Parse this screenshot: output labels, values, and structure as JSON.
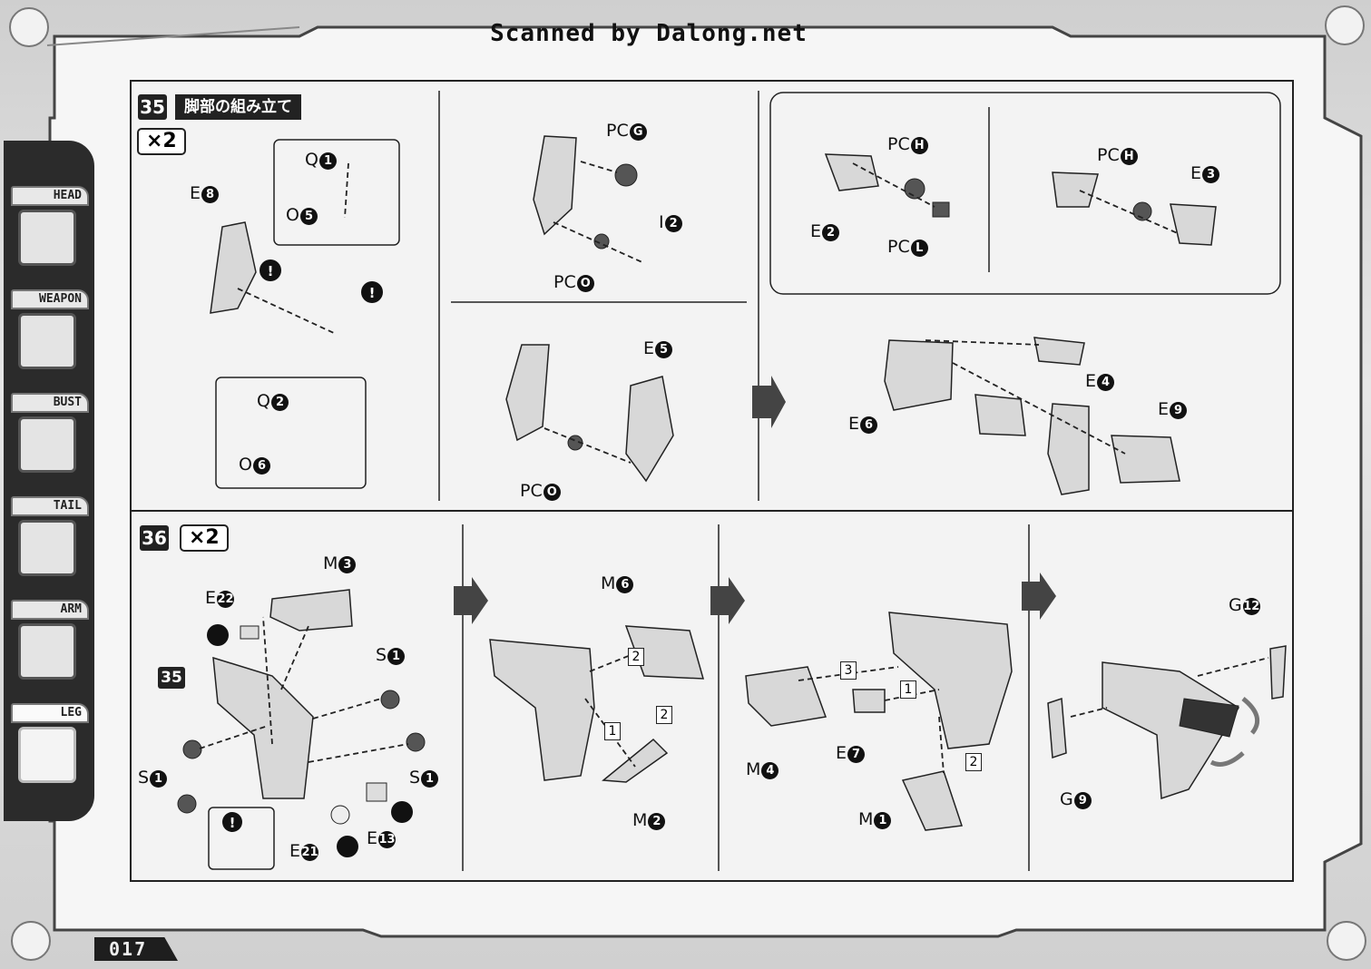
{
  "watermark": "Scanned by Dalong.net",
  "page_number": "017",
  "sidebar": {
    "tabs": [
      {
        "label": "HEAD",
        "icon": "head-part-icon"
      },
      {
        "label": "WEAPON",
        "icon": "weapon-part-icon"
      },
      {
        "label": "BUST",
        "icon": "bust-part-icon"
      },
      {
        "label": "TAIL",
        "icon": "tail-part-icon"
      },
      {
        "label": "ARM",
        "icon": "arm-part-icon"
      },
      {
        "label": "LEG",
        "icon": "leg-part-icon"
      }
    ],
    "active": "LEG"
  },
  "step35": {
    "number": "35",
    "title": "脚部の組み立て",
    "multiplier": "×2",
    "labels": [
      {
        "p": "E",
        "n": "8"
      },
      {
        "p": "Q",
        "n": "1"
      },
      {
        "p": "O",
        "n": "5"
      },
      {
        "p": "Q",
        "n": "2"
      },
      {
        "p": "O",
        "n": "6"
      },
      {
        "p": "PC",
        "n": "G"
      },
      {
        "p": "I",
        "n": "2"
      },
      {
        "p": "PC",
        "n": "O"
      },
      {
        "p": "E",
        "n": "5"
      },
      {
        "p": "PC",
        "n": "O"
      },
      {
        "p": "PC",
        "n": "H"
      },
      {
        "p": "E",
        "n": "2"
      },
      {
        "p": "PC",
        "n": "L"
      },
      {
        "p": "PC",
        "n": "H"
      },
      {
        "p": "E",
        "n": "3"
      },
      {
        "p": "E",
        "n": "4"
      },
      {
        "p": "E",
        "n": "6"
      },
      {
        "p": "E",
        "n": "9"
      }
    ]
  },
  "step36": {
    "number": "36",
    "multiplier": "×2",
    "ref_step": "35",
    "labels": [
      {
        "p": "M",
        "n": "3"
      },
      {
        "p": "E",
        "n": "22"
      },
      {
        "p": "S",
        "n": "1"
      },
      {
        "p": "S",
        "n": "1"
      },
      {
        "p": "S",
        "n": "1"
      },
      {
        "p": "E",
        "n": "21"
      },
      {
        "p": "E",
        "n": "13"
      },
      {
        "p": "M",
        "n": "6"
      },
      {
        "p": "M",
        "n": "2"
      },
      {
        "p": "M",
        "n": "4"
      },
      {
        "p": "E",
        "n": "7"
      },
      {
        "p": "M",
        "n": "1"
      },
      {
        "p": "G",
        "n": "12"
      },
      {
        "p": "G",
        "n": "9"
      }
    ],
    "order_marks": [
      "2",
      "1",
      "2",
      "3",
      "1",
      "2"
    ]
  }
}
